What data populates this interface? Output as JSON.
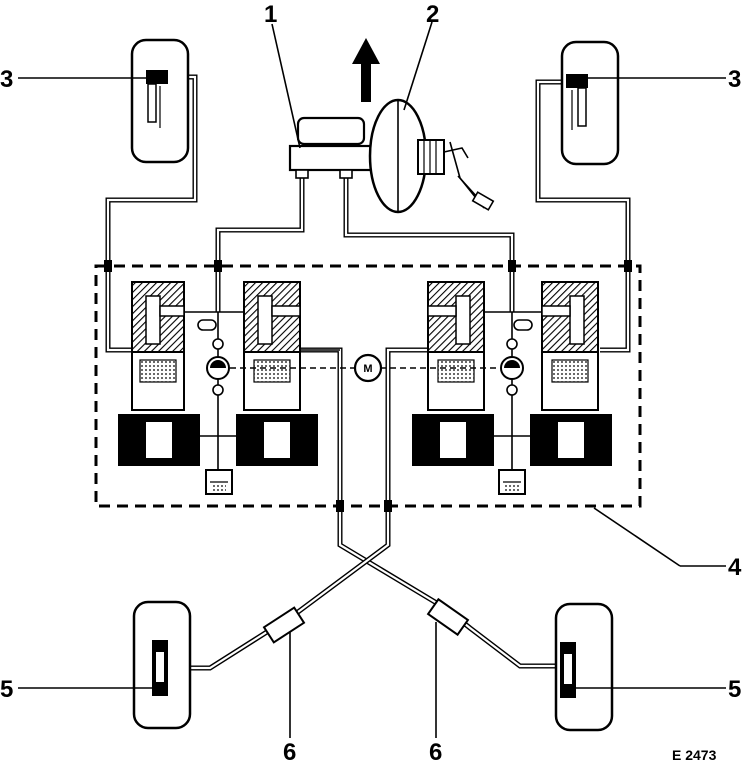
{
  "callouts": {
    "c1": "1",
    "c2": "2",
    "c3_left": "3",
    "c3_right": "3",
    "c4": "4",
    "c5_left": "5",
    "c5_right": "5",
    "c6_left": "6",
    "c6_right": "6"
  },
  "motor_label": "M",
  "figure_ref": "E 2473"
}
